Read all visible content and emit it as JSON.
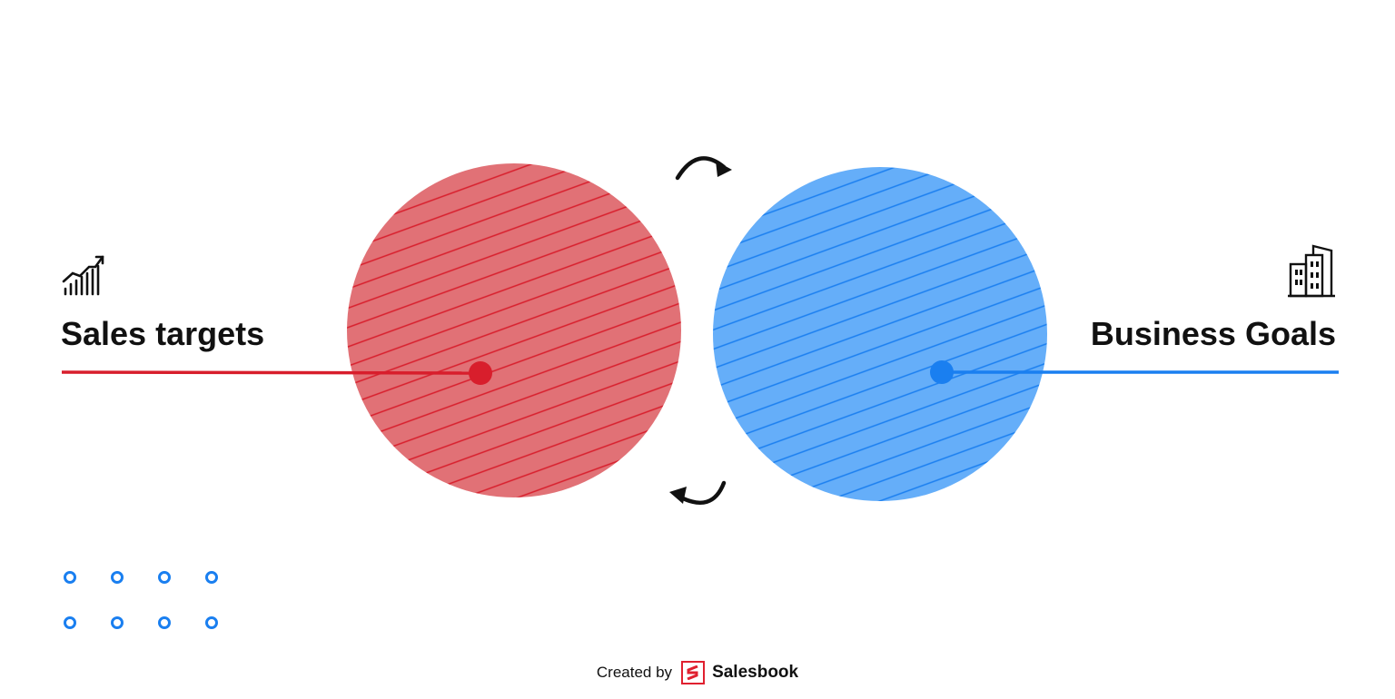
{
  "diagram": {
    "left_label": "Sales targets",
    "right_label": "Business Goals",
    "left_icon": "growth-chart-icon",
    "right_icon": "office-building-icon",
    "cycle_icon": "circular-arrows-icon",
    "dot_grid": {
      "rows": 2,
      "columns": 4
    }
  },
  "colors": {
    "red_accent": "#d81e2c",
    "red_fill": "#e17176",
    "blue_accent": "#1a7ff0",
    "blue_fill": "#65aef9",
    "text": "#111111"
  },
  "footer": {
    "created_by": "Created by",
    "brand": "Salesbook",
    "brand_icon": "salesbook-logo-icon"
  }
}
